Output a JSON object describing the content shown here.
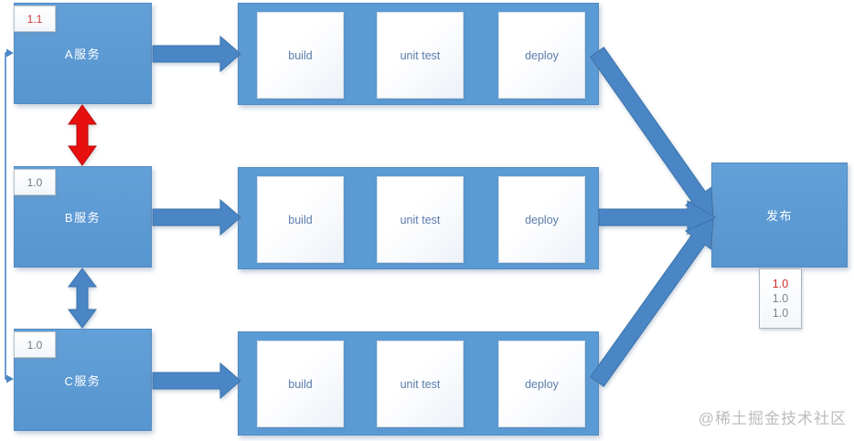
{
  "services": [
    {
      "label": "A服务",
      "version": "1.1"
    },
    {
      "label": "B服务",
      "version": "1.0"
    },
    {
      "label": "C服务",
      "version": "1.0"
    }
  ],
  "stages": [
    "build",
    "unit test",
    "deploy"
  ],
  "release": {
    "label": "发布",
    "versions": [
      "1.0",
      "1.0",
      "1.0"
    ]
  },
  "watermark": "@稀土掘金技术社区",
  "colors": {
    "box_blue": "#5b9bd5",
    "arrow_blue": "#4a86c5",
    "arrow_red": "#e8100f",
    "badge_version_red": "#cf3131",
    "badge_version_gray": "#6e7b87",
    "stage_text": "#5b7cab",
    "watermark_gray": "#bdbdbd"
  }
}
